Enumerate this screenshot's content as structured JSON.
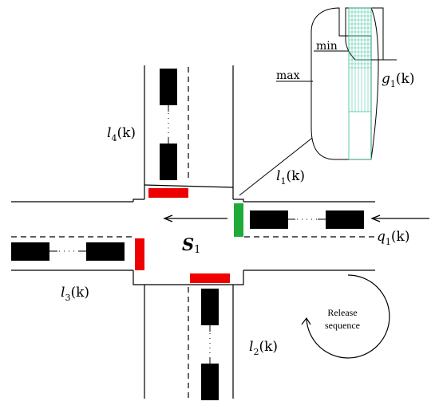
{
  "labels": {
    "l4": "l",
    "l4_sub": "4",
    "l4_arg": "(k)",
    "l1": "l",
    "l1_sub": "1",
    "l1_arg": "(k)",
    "l3": "l",
    "l3_sub": "3",
    "l3_arg": "(k)",
    "l2": "l",
    "l2_sub": "2",
    "l2_arg": "(k)",
    "q1": "q",
    "q1_sub": "1",
    "q1_arg": "(k)",
    "g1": "g",
    "g1_sub": "1",
    "g1_arg": "(k)",
    "s1": "S",
    "s1_sub": "1",
    "max": "max",
    "min": "min",
    "release_line1": "Release",
    "release_line2": "sequence"
  },
  "colors": {
    "road": "#000000",
    "vehicle": "#000000",
    "signal_red": "#ee0000",
    "signal_green": "#1faa3a",
    "grid": "#2fbf9a",
    "background": "#ffffff"
  }
}
